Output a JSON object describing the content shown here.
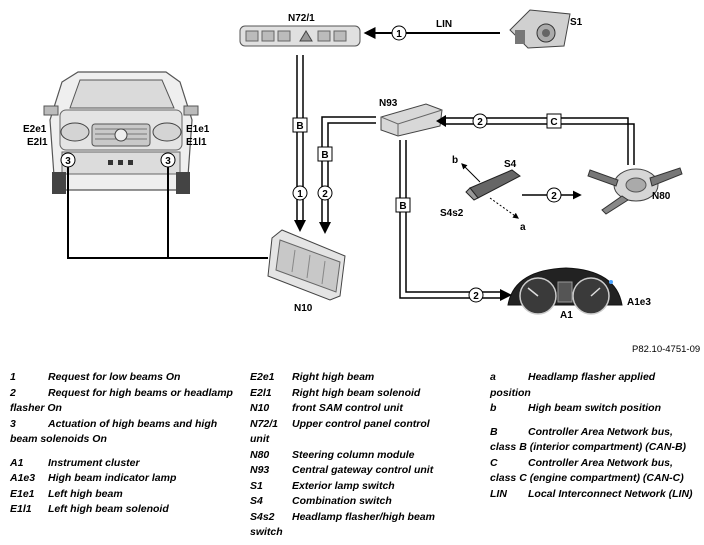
{
  "components": {
    "s1": "S1",
    "n72": "N72/1",
    "n93": "N93",
    "n10": "N10",
    "n80": "N80",
    "s4": "S4",
    "s4s2": "S4s2",
    "a1": "A1",
    "a1e3": "A1e3",
    "e2e1": "E2e1",
    "e2l1": "E2l1",
    "e1e1": "E1e1",
    "e1l1": "E1l1"
  },
  "signals": {
    "lin": "LIN",
    "bus_b": "B",
    "bus_c": "C",
    "num1": "1",
    "num2": "2",
    "num3": "3",
    "dir_a": "a",
    "dir_b": "b"
  },
  "figure_ref": "P82.10-4751-09",
  "legend": {
    "col1": [
      {
        "key": "1",
        "text": "Request for low beams On"
      },
      {
        "key": "2",
        "text": "Request for high beams or headlamp flasher On"
      },
      {
        "key": "3",
        "text": "Actuation of high beams and high beam solenoids On"
      },
      {
        "key": "A1",
        "text": "Instrument cluster"
      },
      {
        "key": "A1e3",
        "text": "High beam indicator lamp"
      },
      {
        "key": "E1e1",
        "text": "Left high beam"
      },
      {
        "key": "E1l1",
        "text": "Left high beam solenoid"
      }
    ],
    "col2": [
      {
        "key": "E2e1",
        "text": "Right high beam"
      },
      {
        "key": "E2l1",
        "text": "Right high beam solenoid"
      },
      {
        "key": "N10",
        "text": "front SAM control unit"
      },
      {
        "key": "N72/1",
        "text": "Upper control panel control unit"
      },
      {
        "key": "N80",
        "text": "Steering column module"
      },
      {
        "key": "N93",
        "text": "Central gateway control unit"
      },
      {
        "key": "S1",
        "text": "Exterior lamp switch"
      },
      {
        "key": "S4",
        "text": "Combination switch"
      },
      {
        "key": "S4s2",
        "text": "Headlamp flasher/high beam switch"
      }
    ],
    "col3": [
      {
        "key": "a",
        "text": "Headlamp flasher applied position"
      },
      {
        "key": "b",
        "text": "High beam switch position"
      },
      {
        "key": "B",
        "text": "Controller Area Network bus, class B (interior compartment) (CAN-B)"
      },
      {
        "key": "C",
        "text": "Controller Area Network bus, class C (engine compartment) (CAN-C)"
      },
      {
        "key": "LIN",
        "text": "Local Interconnect Network (LIN)"
      }
    ]
  }
}
